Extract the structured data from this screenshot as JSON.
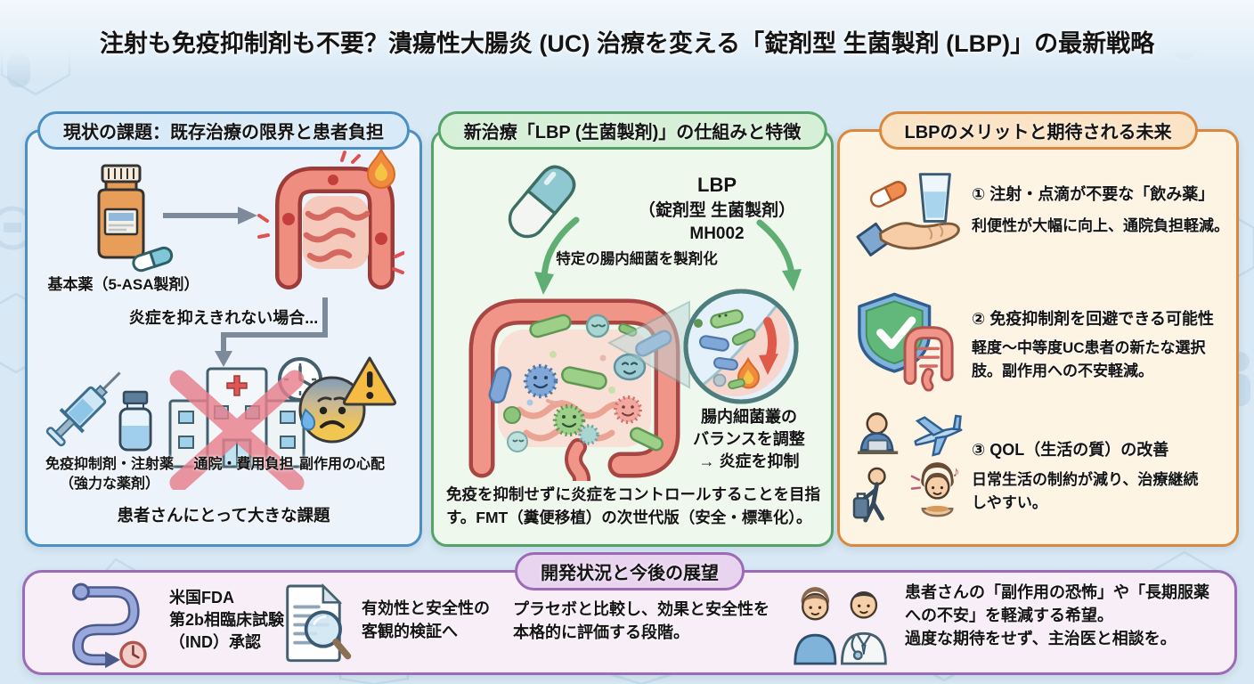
{
  "title": "注射も免疫抑制剤も不要？潰瘍性大腸炎 (UC) 治療を変える「錠剤型 生菌製剤 (LBP)」の最新戦略",
  "colors": {
    "background": "#d8e8f4",
    "panel_blue_border": "#4a90c4",
    "panel_green_border": "#55a368",
    "panel_orange_border": "#d9883e",
    "panel_purple_border": "#9b6bb5",
    "alert_red": "#e8808d",
    "arrow_gray": "#7d8a99",
    "arrow_green": "#5fae74"
  },
  "icons": [
    "medicine-bottle-icon",
    "arrow-right-icon",
    "inflamed-colon-icon",
    "elbow-arrow-icon",
    "syringe-vial-icon",
    "hospital-crossed-icon",
    "clock-icon",
    "worried-face-icon",
    "warning-icon",
    "capsule-icon",
    "curved-arrow-icon",
    "intestine-microbiome-icon",
    "magnifier-balance-icon",
    "flame-icon",
    "hand-pill-glass-icon",
    "shield-check-colon-icon",
    "qol-activities-icon",
    "trial-path-clock-icon",
    "document-magnifier-icon",
    "patient-doctor-icon"
  ],
  "panels": {
    "current_issues": {
      "header": "現状の課題：既存治療の限界と患者負担",
      "base_drug": "基本薬（5-ASA製剤）",
      "escalation_note": "炎症を抑えきれない場合...",
      "burden_items": [
        {
          "line1": "免疫抑制剤・注射薬",
          "line2": "（強力な薬剤）"
        },
        {
          "line1": "通院・費用負担"
        },
        {
          "line1": "副作用の心配"
        }
      ],
      "conclusion": "患者さんにとって大きな課題"
    },
    "lbp_mechanism": {
      "header": "新治療「LBP (生菌製剤)」の仕組みと特徴",
      "capsule_label_line1": "LBP",
      "capsule_label_line2": "（錠剤型 生菌製剤）",
      "capsule_label_line3": "MH002",
      "process_label": "特定の腸内細菌を製剤化",
      "effect_line1": "腸内細菌叢の",
      "effect_line2": "バランスを調整",
      "effect_line3": "→ 炎症を抑制",
      "summary_line1": "免疫を抑制せずに炎症をコントロールすることを目指",
      "summary_line2": "す。FMT（糞便移植）の次世代版（安全・標準化）。"
    },
    "lbp_merits": {
      "header": "LBPのメリットと期待される未来",
      "items": [
        {
          "title": "① 注射・点滴が不要な「飲み薬」",
          "desc_line1": "利便性が大幅に向上、通院負担軽減。"
        },
        {
          "title": "② 免疫抑制剤を回避できる可能性",
          "desc_line1": "軽度〜中等度UC患者の新たな選択",
          "desc_line2": "肢。副作用への不安軽減。"
        },
        {
          "title": "③ QOL（生活の質）の改善",
          "desc_line1": "日常生活の制約が減り、治療継続",
          "desc_line2": "しやすい。"
        }
      ]
    },
    "development": {
      "header": "開発状況と今後の展望",
      "milestone_line1": "米国FDA",
      "milestone_line2": "第2b相臨床試験",
      "milestone_line3": "（IND）承認",
      "verification_line1": "有効性と安全性の",
      "verification_line2": "客観的検証へ",
      "trial_line1": "プラセボと比較し、効果と安全性を",
      "trial_line2": "本格的に評価する段階。",
      "advice_line1": "患者さんの「副作用の恐怖」や「長期服薬",
      "advice_line2": "への不安」を軽減する希望。",
      "advice_line3": "過度な期待をせず、主治医と相談を。"
    }
  }
}
